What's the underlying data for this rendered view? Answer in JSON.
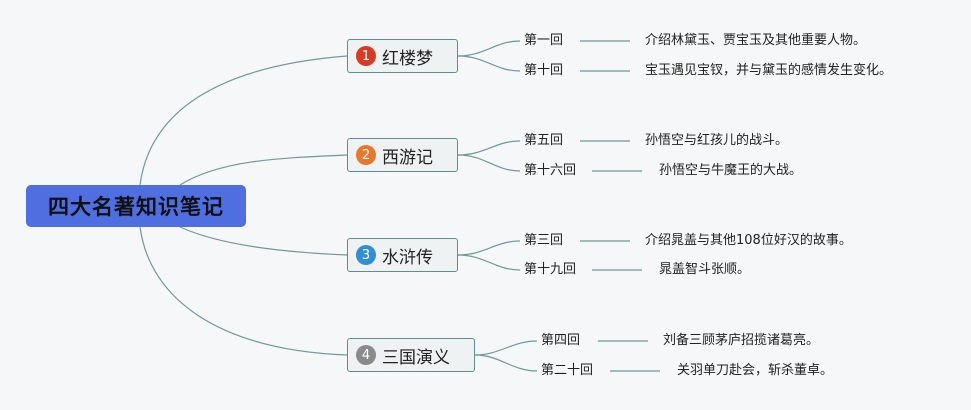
{
  "root": {
    "title": "四大名著知识笔记"
  },
  "branches": [
    {
      "num": "1",
      "title": "红楼梦",
      "color": "#d83a22",
      "chapters": [
        {
          "chapter": "第一回",
          "desc": "介绍林黛玉、贾宝玉及其他重要人物。"
        },
        {
          "chapter": "第十回",
          "desc": "宝玉遇见宝钗，并与黛玉的感情发生变化。"
        }
      ]
    },
    {
      "num": "2",
      "title": "西游记",
      "color": "#e8772e",
      "chapters": [
        {
          "chapter": "第五回",
          "desc": "孙悟空与红孩儿的战斗。"
        },
        {
          "chapter": "第十六回",
          "desc": "孙悟空与牛魔王的大战。"
        }
      ]
    },
    {
      "num": "3",
      "title": "水浒传",
      "color": "#2f8ed6",
      "chapters": [
        {
          "chapter": "第三回",
          "desc": "介绍晁盖与其他108位好汉的故事。"
        },
        {
          "chapter": "第十九回",
          "desc": "晁盖智斗张顺。"
        }
      ]
    },
    {
      "num": "4",
      "title": "三国演义",
      "color": "#8a8a8a",
      "chapters": [
        {
          "chapter": "第四回",
          "desc": "刘备三顾茅庐招揽诸葛亮。"
        },
        {
          "chapter": "第二十回",
          "desc": "关羽单刀赴会，斩杀董卓。"
        }
      ]
    }
  ],
  "colors": {
    "root_fill": "#4f6fe0",
    "line": "#6e9a9a",
    "branch_border": "#5e8f8f",
    "branch_fill": "#eef2f3"
  }
}
